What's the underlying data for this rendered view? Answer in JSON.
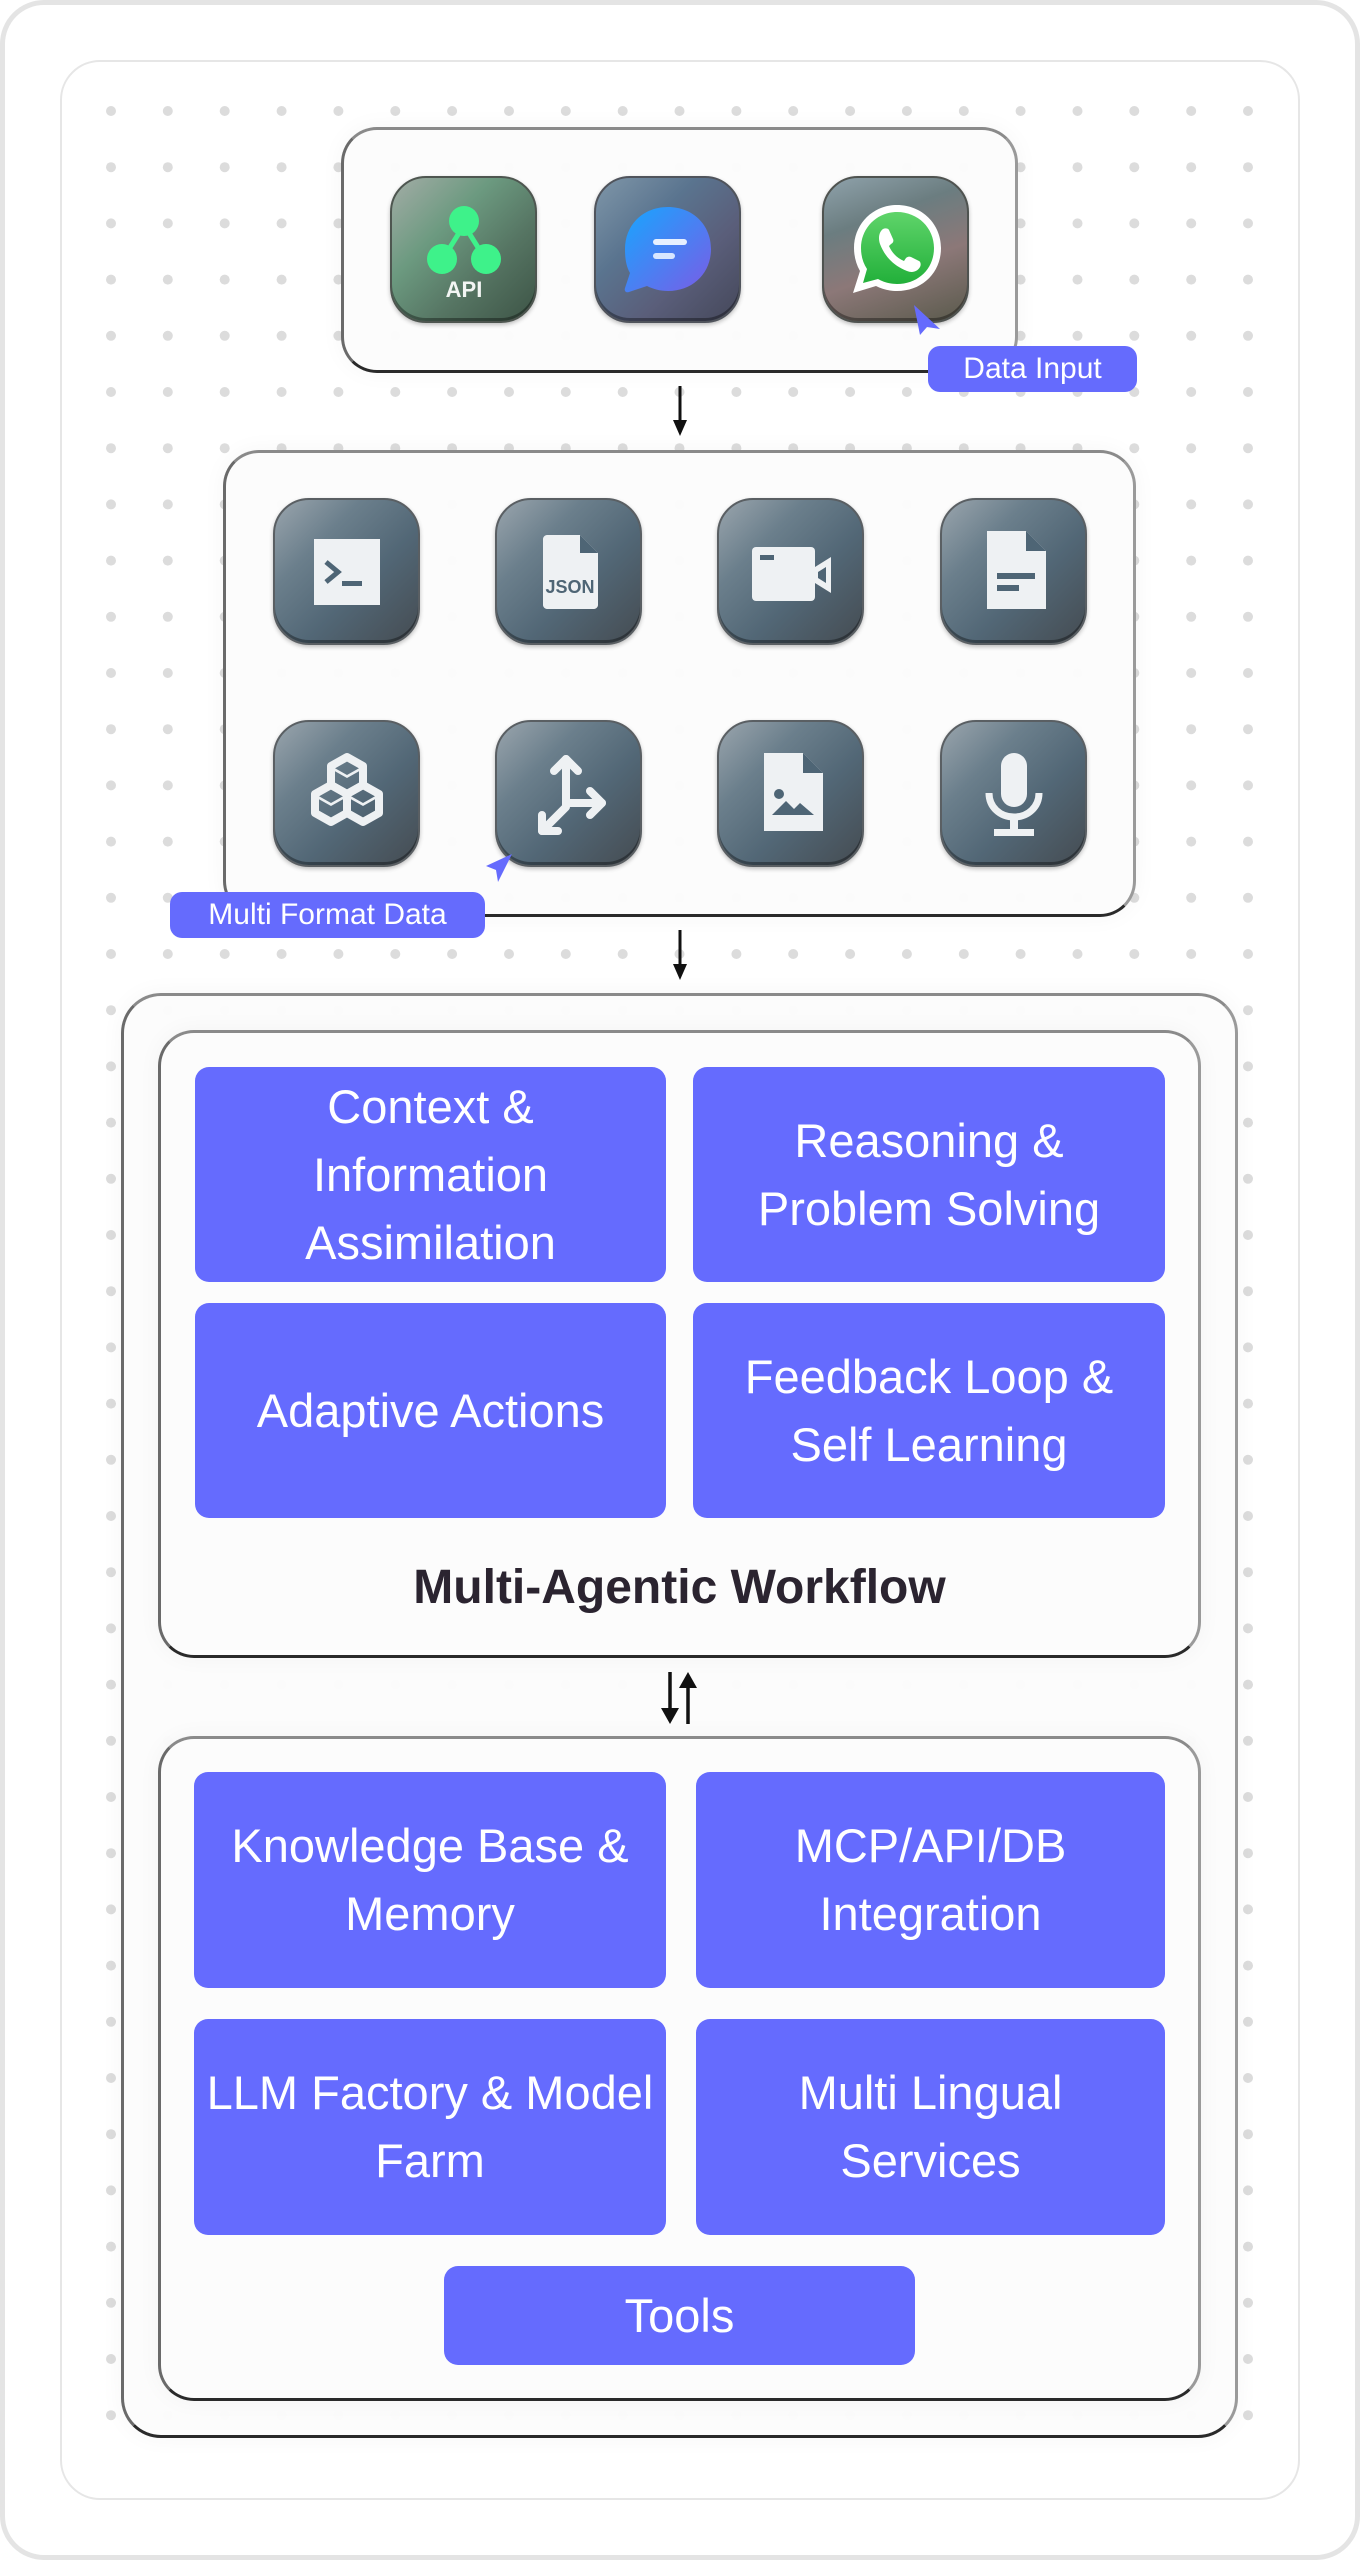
{
  "colors": {
    "accent": "#656bfd",
    "title_text": "#2b2430",
    "icon_glyph": "#eef1f3",
    "api_green": "#3ef28a",
    "whatsapp_green": "#2fb94a"
  },
  "data_input": {
    "label": "Data Input",
    "sources": [
      {
        "icon": "api-icon",
        "text": "API"
      },
      {
        "icon": "chat-bubble-icon",
        "text": ""
      },
      {
        "icon": "whatsapp-icon",
        "text": ""
      }
    ]
  },
  "multi_format": {
    "label": "Multi Format Data",
    "formats": [
      {
        "icon": "terminal-icon",
        "text": ""
      },
      {
        "icon": "json-file-icon",
        "text": "JSON"
      },
      {
        "icon": "video-camera-icon",
        "text": ""
      },
      {
        "icon": "document-icon",
        "text": ""
      },
      {
        "icon": "cubes-icon",
        "text": ""
      },
      {
        "icon": "3d-axes-icon",
        "text": ""
      },
      {
        "icon": "image-file-icon",
        "text": ""
      },
      {
        "icon": "microphone-icon",
        "text": ""
      }
    ]
  },
  "workflow": {
    "title": "Multi-Agentic Workflow",
    "cards": [
      "Context & Information Assimilation",
      "Reasoning & Problem Solving",
      "Adaptive Actions",
      "Feedback Loop & Self Learning"
    ]
  },
  "tools": {
    "cards": [
      "Knowledge Base & Memory",
      "MCP/API/DB Integration",
      "LLM Factory & Model Farm",
      "Multi Lingual Services"
    ],
    "tools_label": "Tools"
  }
}
